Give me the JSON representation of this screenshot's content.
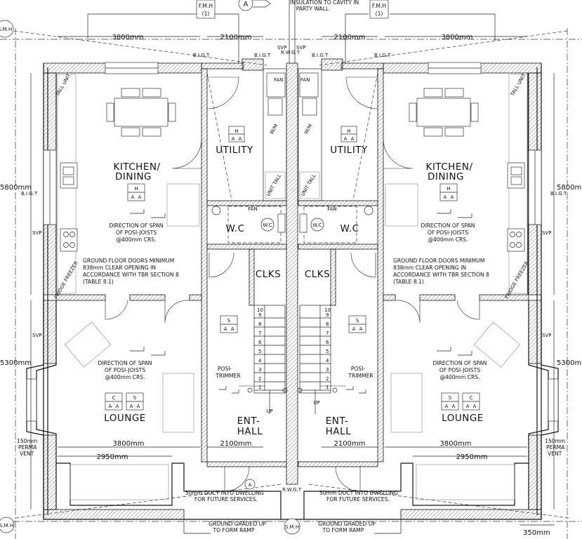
{
  "markers": {
    "fmh_left": "F.M.H",
    "fmh_left_num": "(1)",
    "fmh_right": "F.M.H",
    "fmh_right_num": "(1)",
    "section_a": "A",
    "smh": "S.M.H"
  },
  "notes": {
    "insulation_1": "INSULATION TO CAVITY IN",
    "insulation_2": "PARTY WALL",
    "ground_floor_doors": [
      "GROUND FLOOR DOORS MINIMUM",
      "838mm CLEAR OPENING IN",
      "ACCORDANCE WITH TBR SECTION 8",
      "(TABLE 8.1)"
    ],
    "span_kitchen": [
      "DIRECTION OF SPAN",
      "OF POSI-JOISTS",
      "@400mm CRS."
    ],
    "span_lounge": [
      "DIRECTION OF SPAN",
      "OF POSI-JOISTS",
      "@400mm CRS."
    ],
    "posi_trimmer": [
      "POSI-",
      "TRIMMER"
    ],
    "duct": [
      "50mm DUCT INTO DWELLING",
      "FOR FUTURE SERVICES."
    ],
    "ramp": [
      "GROUND GRADED UP",
      "TO FORM RAMP"
    ],
    "perma_vent": [
      "150mm",
      "PERMA",
      "VENT"
    ]
  },
  "labels": {
    "svp": "SVP",
    "bigt": "B.I.G.T",
    "rwgt": "R.W.G.T",
    "fan": "FAN",
    "up": "UP",
    "wm": "W/M",
    "tall_unit": "TALL UNIT",
    "unit_tall": "UNIT TALL",
    "fridge_freezer": "FRIDGE FREEZER",
    "wc_pan": "W.C",
    "h": "H",
    "a": "A",
    "s": "S",
    "c": "C"
  },
  "rooms": {
    "kitchen_1": "KITCHEN/",
    "kitchen_2": "DINING",
    "utility": "UTILITY",
    "wc": "W.C",
    "clks": "CLKS",
    "lounge": "LOUNGE",
    "ent_1": "ENT-",
    "ent_2": "HALL"
  },
  "dimensions": {
    "d3800": "3800mm",
    "d2100": "2100mm",
    "d5800": "5800mm",
    "d5300": "5300mm",
    "d2950": "2950mm",
    "d350": "350mm"
  },
  "stairs": {
    "steps": [
      "1",
      "2",
      "3",
      "4",
      "5",
      "6",
      "7",
      "8",
      "9",
      "10"
    ]
  }
}
